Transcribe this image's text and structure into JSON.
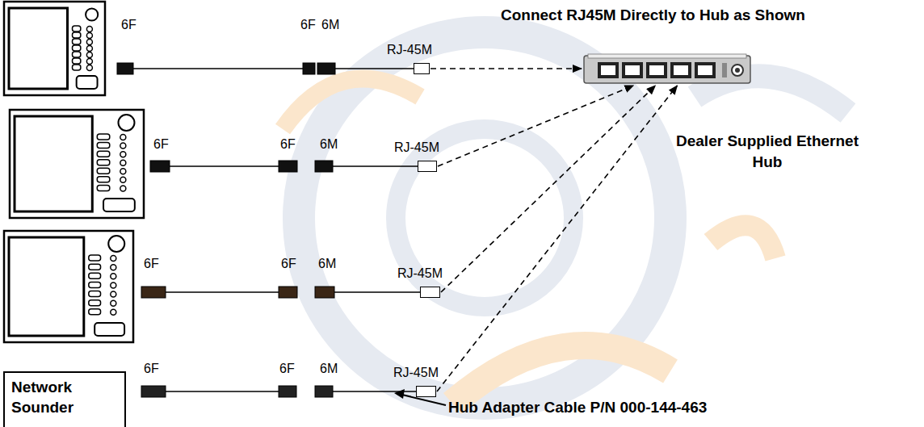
{
  "diagram": {
    "title": "Connect RJ45M Directly to Hub as Shown",
    "nodes": [
      {
        "text": [
          "Dealer Supplied Ethernet Hub"
        ]
      },
      {
        "text": [
          "RJ-45M"
        ]
      },
      {
        "text": [
          "RJ-45M"
        ]
      },
      {
        "text": [
          "RJ-45M"
        ]
      },
      {
        "text": [
          "Network Sounder"
        ]
      },
      {
        "text": [
          "RJ-45M"
        ]
      }
    ],
    "edges": [
      {
        "from": 1,
        "to": 0,
        "arrow": "to"
      },
      {
        "from": 2,
        "to": 0,
        "arrow": "to"
      },
      {
        "from": 3,
        "to": 0,
        "arrow": "to"
      },
      {
        "from": 5,
        "to": 0,
        "arrow": "to"
      }
    ],
    "labels": [
      "6F",
      "6F",
      "6M",
      "6F",
      "6F",
      "6M",
      "6F",
      "6F",
      "6M",
      "6F",
      "6F",
      "6M",
      "Hub Adapter Cable P/N 000-144-463"
    ]
  }
}
